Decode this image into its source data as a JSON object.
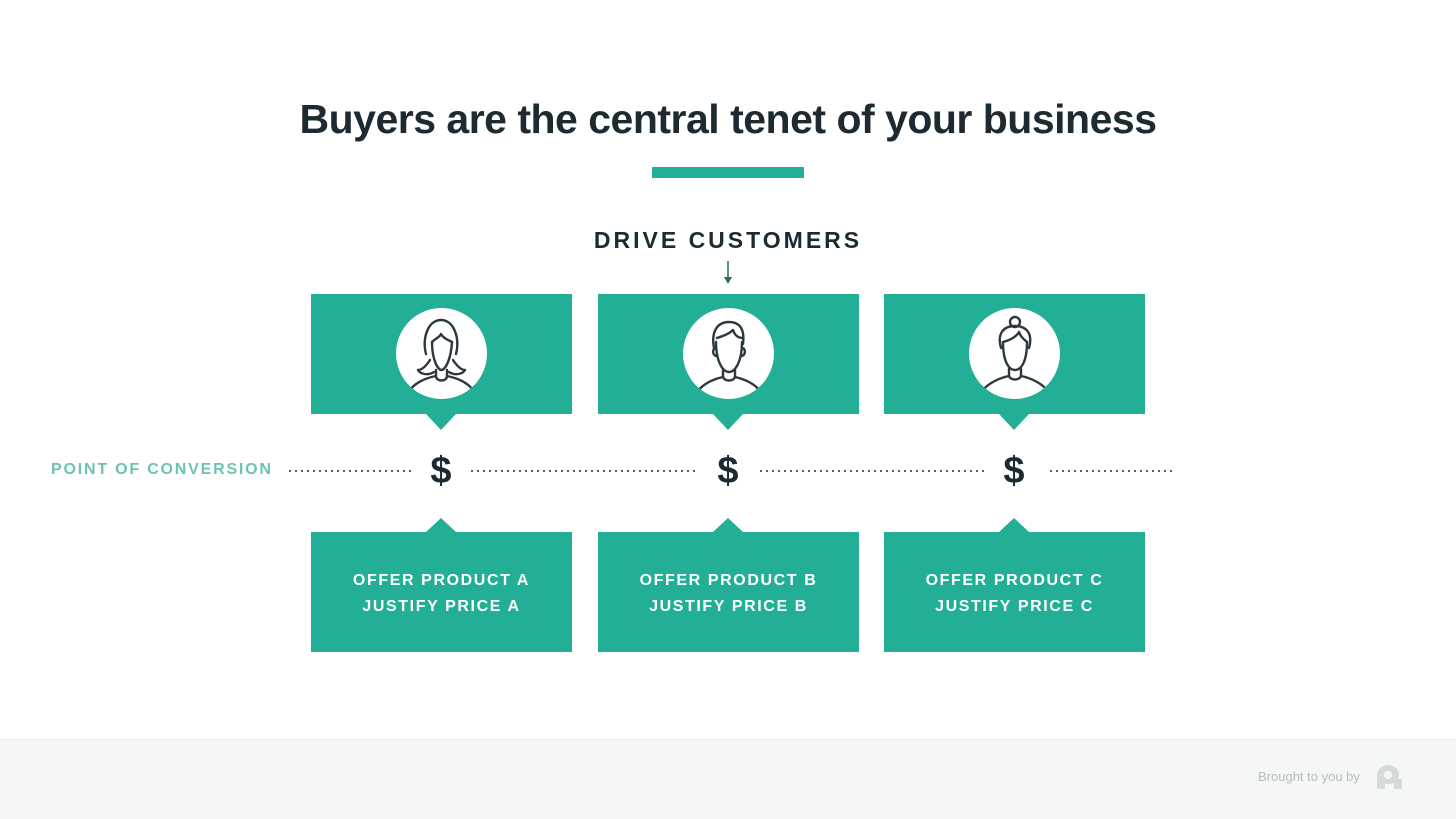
{
  "slide": {
    "title": "Buyers are the central tenet of your business",
    "accent_color": "#22af95",
    "text_color": "#1e2a32",
    "drive_label": "DRIVE CUSTOMERS",
    "conversion_label": "POINT OF CONVERSION",
    "currency_symbol": "$"
  },
  "customers": [
    {
      "avatar": "woman-long-hair-icon",
      "offer": "OFFER PRODUCT A",
      "justify": "JUSTIFY PRICE A"
    },
    {
      "avatar": "man-short-hair-icon",
      "offer": "OFFER PRODUCT B",
      "justify": "JUSTIFY PRICE B"
    },
    {
      "avatar": "woman-hair-bun-icon",
      "offer": "OFFER PRODUCT C",
      "justify": "JUSTIFY PRICE C"
    }
  ],
  "footer": {
    "attribution": "Brought to you by",
    "logo": "brand-logo-icon"
  }
}
